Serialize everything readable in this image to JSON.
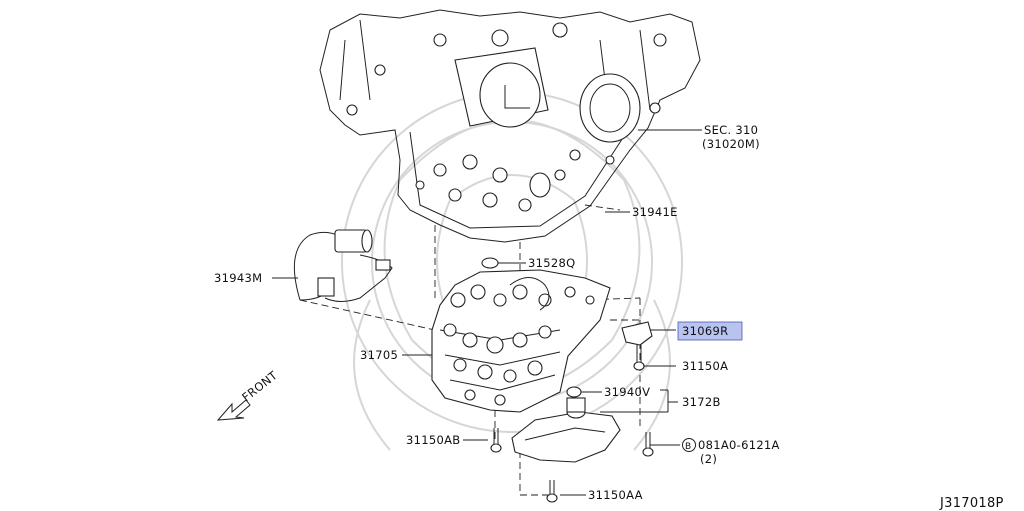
{
  "labels": {
    "sec310": "SEC. 310",
    "sec310_sub": "(31020M)",
    "p31941e": "31941E",
    "p31528q": "31528Q",
    "p31943m": "31943M",
    "p31069r": "31069R",
    "p31705": "31705",
    "p31150a": "31150A",
    "p31940v": "31940V",
    "p3172b": "3172B",
    "p31150ab": "31150AB",
    "p081a0": "081A0-6121A",
    "p081a0_b": "B",
    "p081a0_qty": "(2)",
    "p31150aa": "31150AA",
    "front": "FRONT",
    "ref": "J317018P"
  },
  "colors": {
    "highlight": "#b9c3f0",
    "line": "#222222",
    "watermark": "#d6d6d6"
  }
}
